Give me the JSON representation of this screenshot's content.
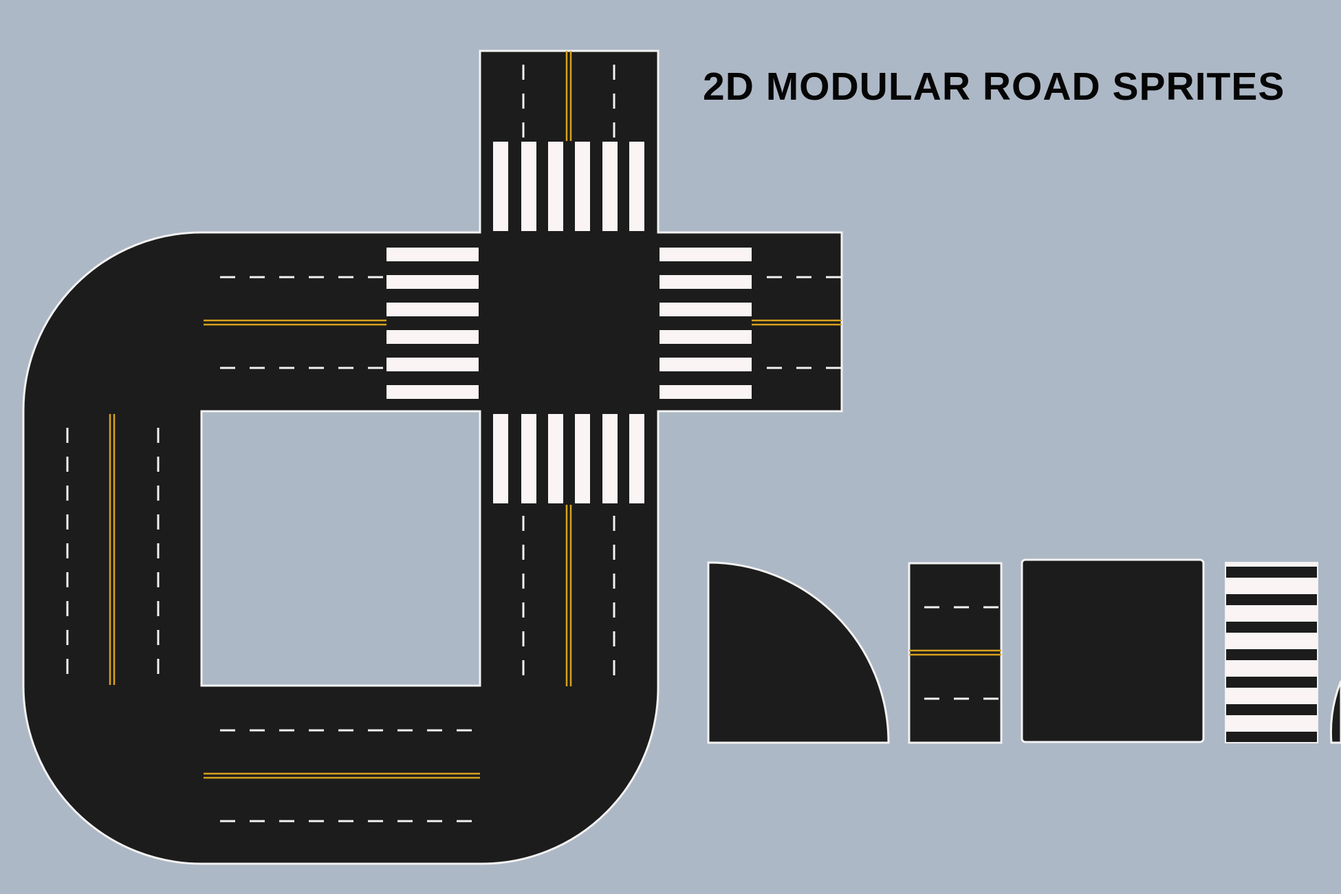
{
  "title": "2D MODULAR ROAD SPRITES",
  "colors": {
    "background": "#adb8c6",
    "asphalt": "#1c1c1c",
    "edge_line": "#f2f2f2",
    "lane_dash": "#f2f2f2",
    "center_line": "#d8a21c",
    "crosswalk": "#fbf4f4"
  },
  "sprites": [
    {
      "name": "loop-road-assembly"
    },
    {
      "name": "four-way-intersection"
    },
    {
      "name": "curve-tile"
    },
    {
      "name": "straight-road-tile"
    },
    {
      "name": "blank-asphalt-tile"
    },
    {
      "name": "crosswalk-tile"
    },
    {
      "name": "partial-curve-tile"
    }
  ]
}
